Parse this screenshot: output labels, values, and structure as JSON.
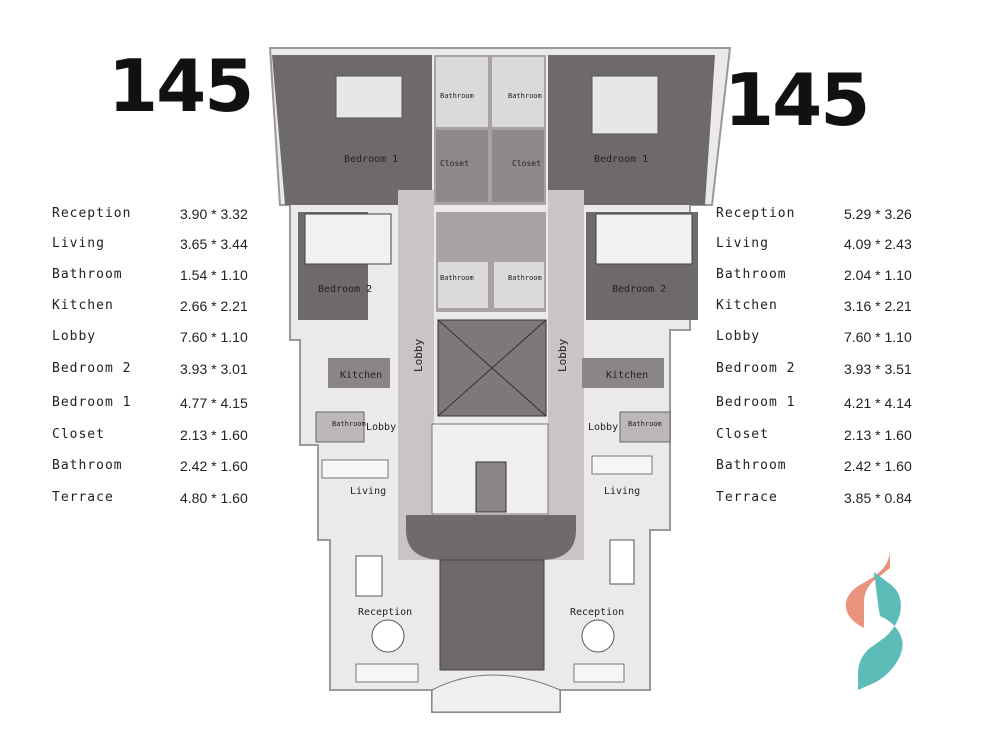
{
  "left_unit": {
    "title": "145",
    "rooms": [
      {
        "name": "Reception",
        "dim": "3.90 * 3.32"
      },
      {
        "name": "Living",
        "dim": "3.65 * 3.44"
      },
      {
        "name": "Bathroom",
        "dim": "1.54 * 1.10"
      },
      {
        "name": "Kitchen",
        "dim": "2.66 * 2.21"
      },
      {
        "name": "Lobby",
        "dim": "7.60 * 1.10"
      },
      {
        "name": "Bedroom 2",
        "dim": "3.93 * 3.01"
      },
      {
        "name": "Bedroom 1",
        "dim": "4.77 * 4.15"
      },
      {
        "name": "Closet",
        "dim": "2.13 * 1.60"
      },
      {
        "name": "Bathroom",
        "dim": "2.42 * 1.60"
      },
      {
        "name": "Terrace",
        "dim": "4.80 * 1.60"
      }
    ]
  },
  "right_unit": {
    "title": "145",
    "rooms": [
      {
        "name": "Reception",
        "dim": "5.29 * 3.26"
      },
      {
        "name": "Living",
        "dim": "4.09 * 2.43"
      },
      {
        "name": "Bathroom",
        "dim": "2.04 * 1.10"
      },
      {
        "name": "Kitchen",
        "dim": "3.16 * 2.21"
      },
      {
        "name": "Lobby",
        "dim": "7.60 * 1.10"
      },
      {
        "name": "Bedroom 2",
        "dim": "3.93 * 3.51"
      },
      {
        "name": "Bedroom 1",
        "dim": "4.21 * 4.14"
      },
      {
        "name": "Closet",
        "dim": "2.13 * 1.60"
      },
      {
        "name": "Bathroom",
        "dim": "2.42 * 1.60"
      },
      {
        "name": "Terrace",
        "dim": "3.85 * 0.84"
      }
    ]
  },
  "plan_labels": {
    "bedroom1": "Bedroom 1",
    "bedroom2": "Bedroom 2",
    "bathroom": "Bathroom",
    "closet": "Closet",
    "lobby": "Lobby",
    "kitchen": "Kitchen",
    "living": "Living",
    "reception": "Reception"
  },
  "colors": {
    "dark_fill": "#6e6a6b",
    "mid_fill": "#8a8687",
    "light_fill": "#d6d2d3",
    "corridor": "#c9c5c6",
    "logo_coral": "#e8947c",
    "logo_teal": "#5bbcb8"
  }
}
